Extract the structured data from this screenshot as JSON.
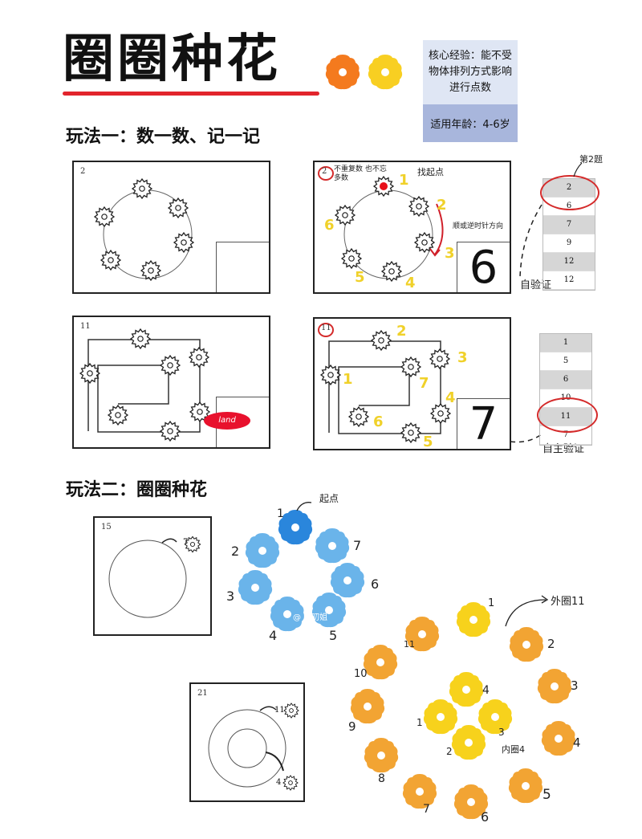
{
  "header": {
    "title": "圈圈种花",
    "info": {
      "core_experience": "核心经验：能不受物体排列方式影响进行点数",
      "age": "适用年龄：4-6岁"
    }
  },
  "section1": {
    "title": "玩法一：数一数、记一记",
    "panel_a": {
      "number": "2"
    },
    "panel_b": {
      "number": "2",
      "note_top_left": "不重复数 也不忘多数",
      "note_start": "找起点",
      "note_direction": "顺或逆时针方向",
      "labels": [
        "1",
        "2",
        "3",
        "4",
        "5",
        "6"
      ],
      "answer": "6",
      "verify_label": "自验证"
    },
    "table1": {
      "note": "第2题",
      "values": [
        "2",
        "6",
        "7",
        "9",
        "12",
        "12"
      ]
    },
    "panel_c": {
      "number": "11",
      "red_note": "land"
    },
    "panel_d": {
      "number": "11",
      "labels": [
        "1",
        "2",
        "3",
        "4",
        "5",
        "6",
        "7"
      ],
      "answer": "7",
      "verify_label": "自主验证"
    },
    "table2": {
      "values": [
        "1",
        "5",
        "6",
        "10",
        "11",
        "7"
      ]
    }
  },
  "section2": {
    "title": "玩法二：圈圈种花",
    "panel_e": {
      "number": "15",
      "count": "7"
    },
    "blue_flowers": {
      "start_note": "起点",
      "labels": [
        "1",
        "2",
        "3",
        "4",
        "5",
        "6",
        "7"
      ],
      "watermark": "@ 叨叨姐"
    },
    "panel_f": {
      "number": "21",
      "outer_count": "11",
      "inner_count": "4"
    },
    "ring_flowers": {
      "outer_note": "外圈11",
      "inner_note": "内圈4",
      "outer_labels": [
        "1",
        "2",
        "3",
        "4",
        "5",
        "6",
        "7",
        "8",
        "9",
        "10",
        "11"
      ],
      "inner_labels": [
        "1",
        "2",
        "3",
        "4"
      ]
    }
  },
  "colors": {
    "accent_red": "#e2242c",
    "orange": "#f29a1f",
    "yellow": "#f7d21c",
    "blue": "#6ab4ea",
    "blue_dark": "#2a86dc"
  }
}
